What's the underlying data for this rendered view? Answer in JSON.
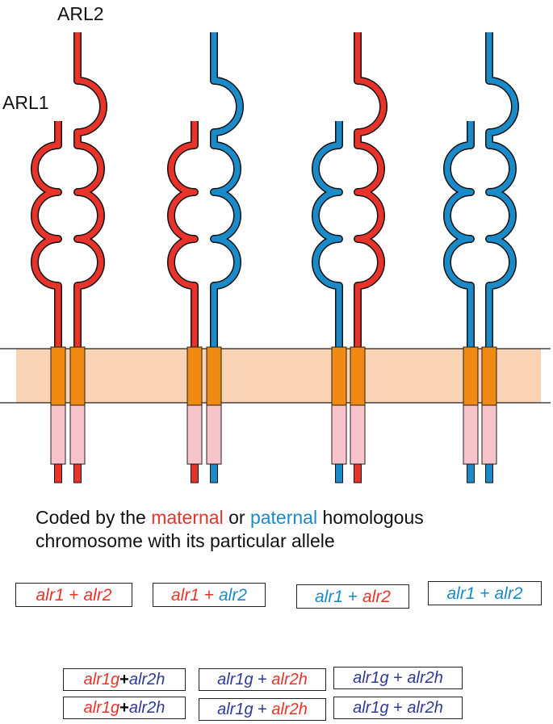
{
  "labels": {
    "arl2": "ARL2",
    "arl1": "ARL1"
  },
  "colors": {
    "maternal": "#e8332a",
    "paternal": "#1a8ac8",
    "gvariant": "#2e3a95",
    "membrane": "#f9d3b4",
    "tm": "#f08a12",
    "cyto": "#f8c4cb"
  },
  "caption": {
    "prefix": "Coded by the ",
    "maternal": "maternal",
    "or": " or ",
    "paternal": "paternal",
    "suffix": " homologous",
    "line2": "chromosome with its particular allele"
  },
  "allele_boxes": [
    {
      "a": "alr1",
      "plus": "+",
      "b": "alr2"
    },
    {
      "a": "alr1",
      "plus": "+",
      "b": "alr2"
    },
    {
      "a": "alr1",
      "plus": "+",
      "b": "alr2"
    },
    {
      "a": "alr1",
      "plus": "+",
      "b": "alr2"
    }
  ],
  "g_boxes": [
    {
      "a": "alr1g",
      "plus": "+",
      "b": "alr2h"
    },
    {
      "a": "alr1g",
      "plus": "+",
      "b": "alr2h"
    },
    {
      "a": "alr1g",
      "plus": "+",
      "b": "alr2h"
    },
    {
      "a": "alr1g",
      "plus": "+",
      "b": "alr2h"
    },
    {
      "a": "alr1g",
      "plus": "+",
      "b": "alr2h"
    },
    {
      "a": "alr1g",
      "plus": "+",
      "b": "alr2h"
    }
  ]
}
